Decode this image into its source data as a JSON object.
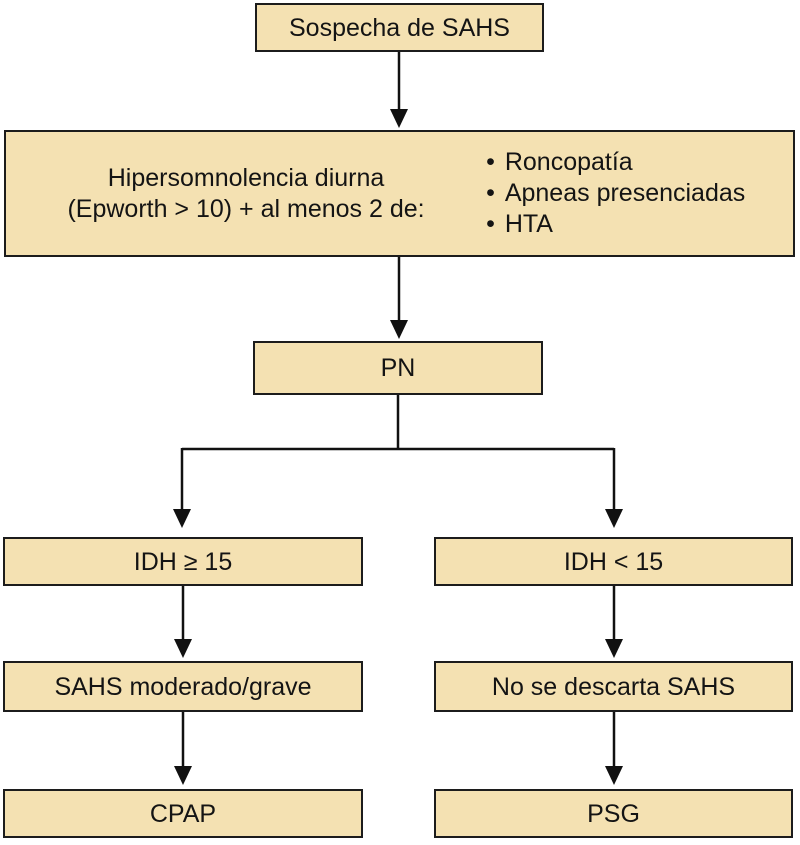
{
  "palette": {
    "box_fill": "#f4e1b2",
    "box_border": "#1c1c1c",
    "text": "#141414",
    "arrow": "#111111",
    "background": "#ffffff"
  },
  "flowchart": {
    "suspect": {
      "label": "Sospecha de SAHS"
    },
    "criteria": {
      "line1": "Hipersomnolencia diurna",
      "line2": "(Epworth > 10) + al menos 2 de:",
      "bullet_char": "•",
      "bullets": [
        "Roncopatía",
        "Apneas presenciadas",
        "HTA"
      ]
    },
    "pn": {
      "label": "PN"
    },
    "left_branch": {
      "condition": "IDH ≥ 15",
      "diagnosis": "SAHS moderado/grave",
      "action": "CPAP"
    },
    "right_branch": {
      "condition": "IDH < 15",
      "diagnosis": "No se descarta SAHS",
      "action": "PSG"
    }
  }
}
